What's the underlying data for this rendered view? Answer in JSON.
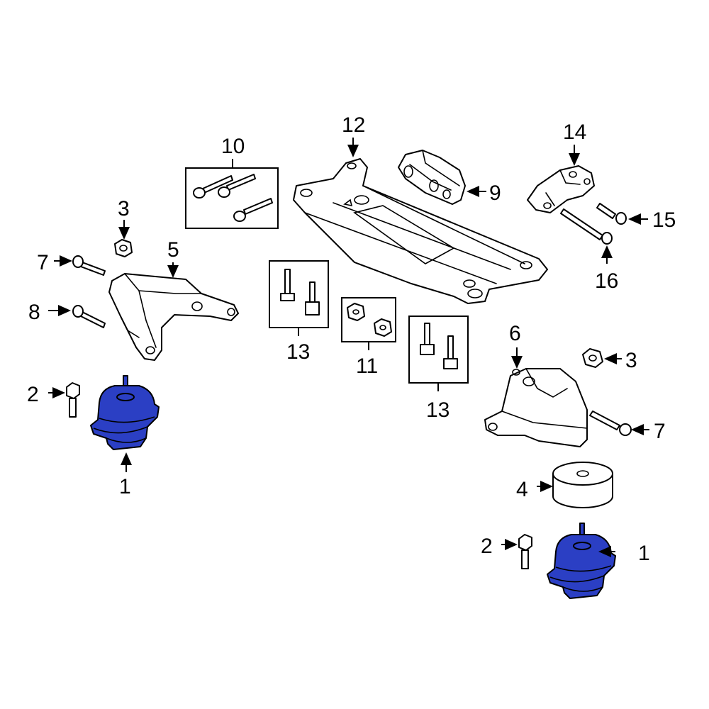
{
  "diagram": {
    "callouts": {
      "mount_left": "1",
      "mount_right": "1",
      "bolt_left": "2",
      "bolt_right": "2",
      "nut_left": "3",
      "nut_right": "3",
      "insulator": "4",
      "bracket_left": "5",
      "bracket_right": "6",
      "bolt7_left": "7",
      "bolt7_right": "7",
      "bolt8": "8",
      "rear_mount": "9",
      "bolt_kit": "10",
      "nut_kit": "11",
      "crossmember": "12",
      "bolt_pair_left": "13",
      "bolt_pair_right": "13",
      "upper_bracket": "14",
      "bolt15": "15",
      "bolt16": "16"
    },
    "colors": {
      "highlight": "#2b3fc4",
      "line": "#000000",
      "background": "#ffffff"
    }
  }
}
